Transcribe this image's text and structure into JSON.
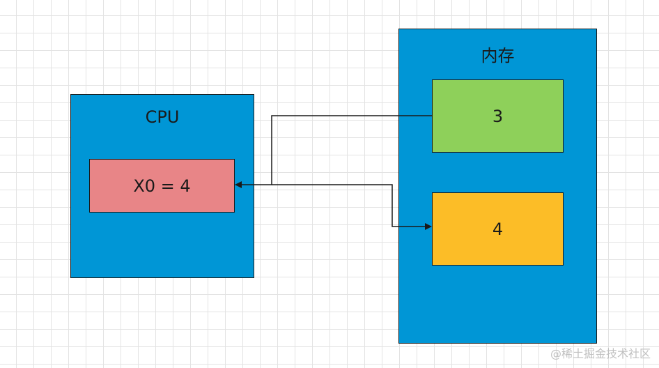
{
  "cpu": {
    "title": "CPU",
    "register": "X0 = 4"
  },
  "memory": {
    "title": "内存",
    "cells": [
      "3",
      "4"
    ]
  },
  "watermark": "@稀土掘金技术社区",
  "colors": {
    "container": "#0096d6",
    "register": "#e88587",
    "cell_old": "#8ed05a",
    "cell_new": "#fcbd27",
    "grid": "#e3e3e3"
  }
}
